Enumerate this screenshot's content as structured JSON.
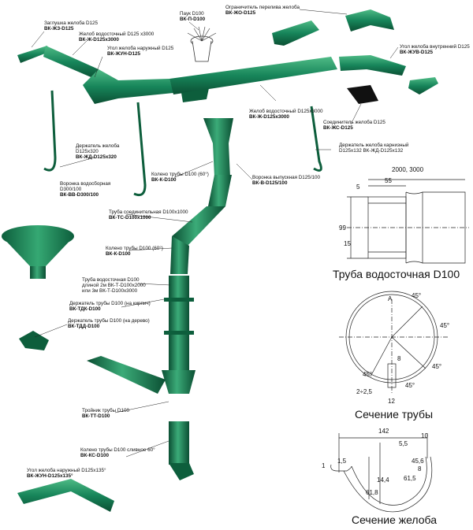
{
  "parts": [
    {
      "key": "zaglushka",
      "name": "Заглушка желоба D125",
      "code": "ВК-ЖЗ-D125"
    },
    {
      "key": "zhelob_top",
      "name": "Желоб водосточный D125 x3000",
      "code": "ВК-Ж-D125х3000"
    },
    {
      "key": "ugol_nar",
      "name": "Угол желоба наружный D125",
      "code": "ВК-ЖУН-D125"
    },
    {
      "key": "pauk",
      "name": "Паук D100",
      "code": "ВК-П-D100"
    },
    {
      "key": "ogranichitel",
      "name": "Ограничитель перелива желоба",
      "code": "ВК-ЖО-D125"
    },
    {
      "key": "ugol_vn",
      "name": "Угол желоба внутренний D125",
      "code": "ВК-ЖУВ-D125"
    },
    {
      "key": "zhelob_mid",
      "name": "Желоб водосточный D125х3000",
      "code": "ВК-Ж-D125х3000"
    },
    {
      "key": "soedinitel",
      "name": "Соединитель желоба D125",
      "code": "ВК-ЖС-D125"
    },
    {
      "key": "derzh_zhel",
      "name1": "Держатель желоба",
      "name2": "D125х320",
      "code": "ВК-ЖД-D125х320"
    },
    {
      "key": "derzh_karn",
      "name1": "Держатель желоба карнизный",
      "name2": "D125х132 ВК-ЖД-D125х132",
      "code": ""
    },
    {
      "key": "koleno1",
      "name": "Колено трубы D100 (60°)",
      "code": "ВК-К-D100"
    },
    {
      "key": "voronka_vyp",
      "name": "Воронка выпускная D125/100",
      "code": "ВК-В-D125/100"
    },
    {
      "key": "voronka_vod",
      "name1": "Воронка водосборная",
      "name2": "D300/100",
      "code": "ВК-ВВ-D300/100"
    },
    {
      "key": "truba_soed",
      "name": "Труба соединительная D100х1000",
      "code": "ВК-ТС-D100х1000"
    },
    {
      "key": "koleno2",
      "name": "Колено трубы D100 (60°)",
      "code": "ВК-К-D100"
    },
    {
      "key": "truba_vod",
      "name1": "Труба водосточная  D100",
      "name2": "длиной 2м ВК-Т-D100х2000",
      "name3": "или 3м ВК-Т-D100х3000"
    },
    {
      "key": "derzh_kirp",
      "name": "Держатель трубы D100  (на кирпич)",
      "code": "ВК-ТДК-D100"
    },
    {
      "key": "derzh_der",
      "name": "Держатель трубы D100  (на дерево)",
      "code": "ВК-ТДД-D100"
    },
    {
      "key": "troynik",
      "name": "Тройник трубы D100",
      "code": "ВК-ТТ-D100"
    },
    {
      "key": "koleno_sliv",
      "name": "Колено трубы D100 сливное 60°",
      "code": "ВК-КС-D100"
    },
    {
      "key": "ugol_135",
      "name": "Угол желоба наружный D125х135°",
      "code": "ВК-ЖУН-D125х135°"
    }
  ],
  "drawings": {
    "pipe_title": "Труба водосточная D100",
    "pipe_section_title": "Сечение трубы",
    "gutter_section_title": "Сечение желоба",
    "pipe_dims": {
      "length": "2000, 3000",
      "d55": "55",
      "d5": "5",
      "d99": "99",
      "d15": "15"
    },
    "section_dims": {
      "a": "A",
      "deg1": "45°",
      "deg2": "45°",
      "deg3": "45°",
      "deg4": "45°",
      "deg5": "45°",
      "d8": "8",
      "d25": "2÷2,5",
      "d12": "12"
    },
    "gutter_dims": {
      "w": "142",
      "d10": "10",
      "d55": "5,5",
      "d1": "1",
      "d15": "1,5",
      "d618": "61,8",
      "d144": "14,4",
      "d456": "45,6",
      "d615": "61,5",
      "d8": "8"
    }
  },
  "colors": {
    "green": "#17855a",
    "green_dark": "#0d5e3c",
    "green_light": "#3bab78",
    "line": "#222222"
  }
}
